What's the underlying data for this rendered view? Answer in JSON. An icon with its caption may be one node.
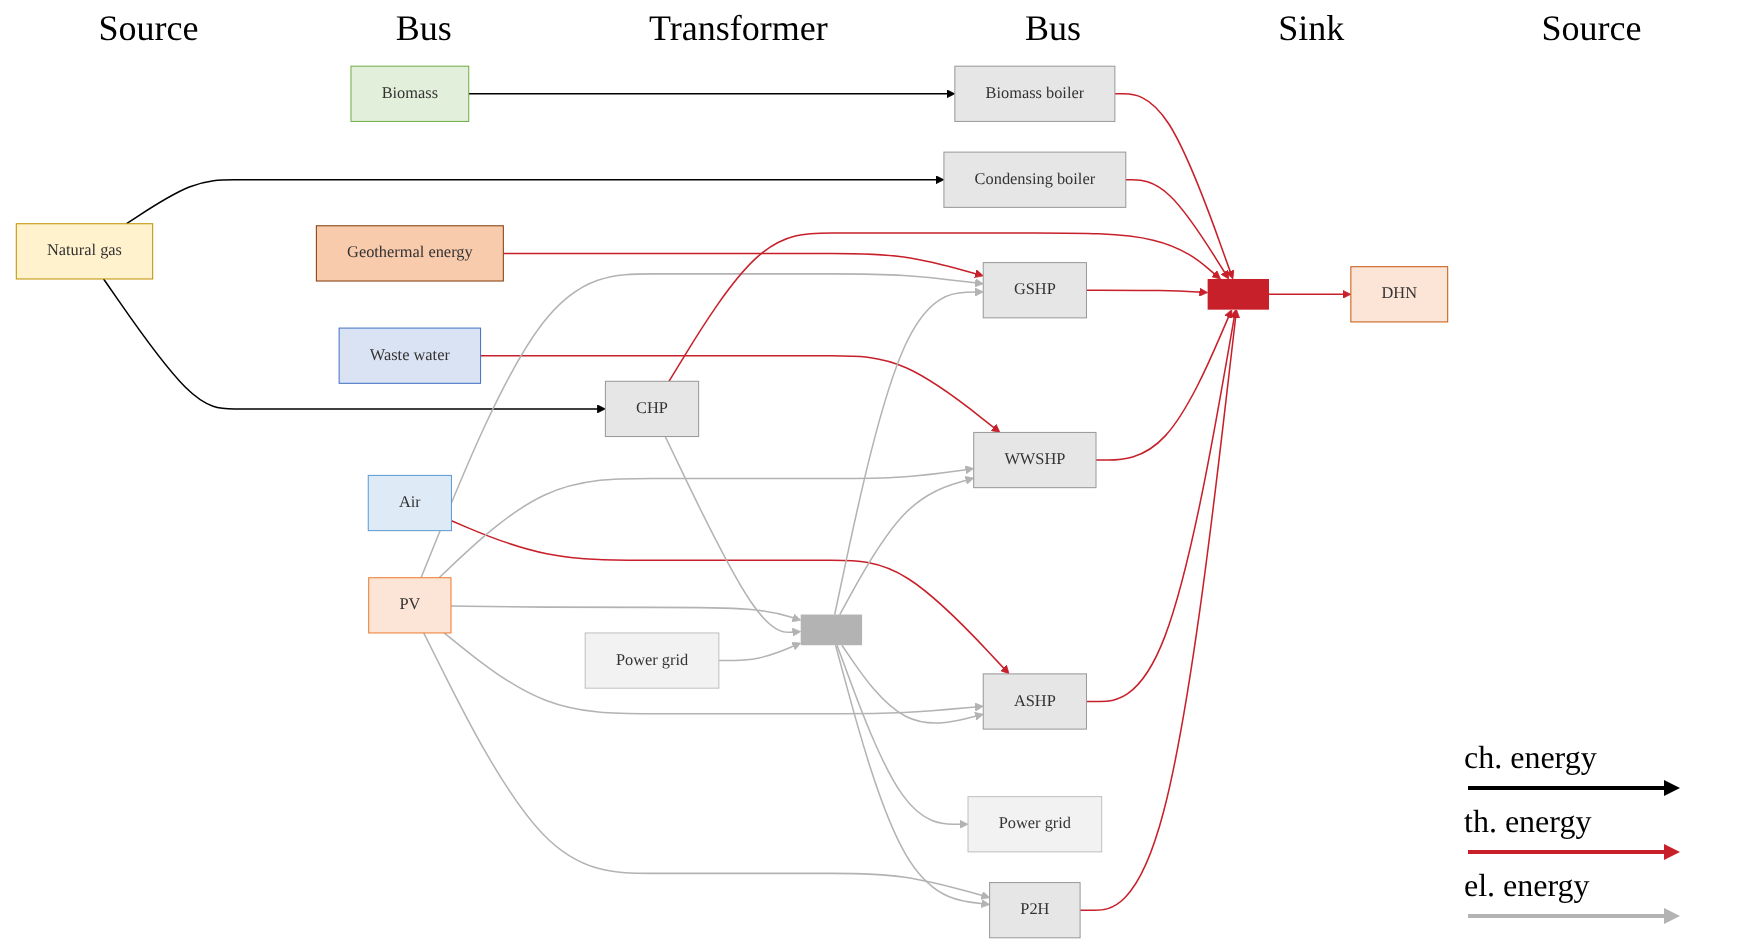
{
  "diagram": {
    "nodes": [
      {
        "text": [
          "Biomass"
        ]
      },
      {
        "text": [
          "Natural gas"
        ]
      },
      {
        "text": [
          "Geothermal energy"
        ]
      },
      {
        "text": [
          "Waste water"
        ]
      },
      {
        "text": [
          "Air"
        ]
      },
      {
        "text": [
          "PV"
        ]
      },
      {
        "text": [
          "Biomass boiler"
        ]
      },
      {
        "text": [
          "Condensing boiler"
        ]
      },
      {
        "text": [
          "CHP"
        ]
      },
      {
        "text": [
          "GSHP"
        ]
      },
      {
        "text": [
          "WWSHP"
        ]
      },
      {
        "text": [
          "ASHP"
        ]
      },
      {
        "text": [
          "P2H"
        ]
      },
      {
        "text": [],
        "shape": "bar"
      },
      {
        "text": [],
        "shape": "bar"
      },
      {
        "text": [
          "DHN"
        ]
      },
      {
        "text": [
          "Power grid"
        ]
      },
      {
        "text": [
          "Power grid"
        ]
      }
    ],
    "edges": [
      {
        "from": 0,
        "to": 6,
        "arrow": "to",
        "color": "#000000"
      },
      {
        "from": 1,
        "to": 7,
        "arrow": "to",
        "color": "#000000"
      },
      {
        "from": 1,
        "to": 8,
        "arrow": "to",
        "color": "#000000"
      },
      {
        "from": 2,
        "to": 9,
        "arrow": "to",
        "color": "#c8202a"
      },
      {
        "from": 3,
        "to": 10,
        "arrow": "to",
        "color": "#c8202a"
      },
      {
        "from": 4,
        "to": 11,
        "arrow": "to",
        "color": "#c8202a"
      },
      {
        "from": 5,
        "to": 9,
        "arrow": "to"
      },
      {
        "from": 5,
        "to": 10,
        "arrow": "to"
      },
      {
        "from": 5,
        "to": 11,
        "arrow": "to"
      },
      {
        "from": 5,
        "to": 12,
        "arrow": "to"
      },
      {
        "from": 5,
        "to": 14,
        "arrow": "to"
      },
      {
        "from": 6,
        "to": 13,
        "arrow": "to",
        "color": "#c8202a"
      },
      {
        "from": 7,
        "to": 13,
        "arrow": "to",
        "color": "#c8202a"
      },
      {
        "from": 8,
        "to": 13,
        "arrow": "to",
        "color": "#c8202a"
      },
      {
        "from": 8,
        "to": 14,
        "arrow": "to"
      },
      {
        "from": 14,
        "to": 9,
        "arrow": "to"
      },
      {
        "from": 9,
        "to": 13,
        "arrow": "to",
        "color": "#c8202a"
      },
      {
        "from": 14,
        "to": 10,
        "arrow": "to"
      },
      {
        "from": 10,
        "to": 13,
        "arrow": "to",
        "color": "#c8202a"
      },
      {
        "from": 14,
        "to": 11,
        "arrow": "to"
      },
      {
        "from": 11,
        "to": 13,
        "arrow": "to",
        "color": "#c8202a"
      },
      {
        "from": 14,
        "to": 12,
        "arrow": "to"
      },
      {
        "from": 12,
        "to": 13,
        "arrow": "to",
        "color": "#c8202a"
      },
      {
        "from": 13,
        "to": 15,
        "arrow": "to",
        "color": "#c8202a"
      },
      {
        "from": 14,
        "to": 16,
        "arrow": "to"
      },
      {
        "from": 17,
        "to": 14,
        "arrow": "to"
      }
    ],
    "labels": [
      "Source",
      "Bus",
      "Transformer",
      "Bus",
      "Sink",
      "Source"
    ],
    "legend": [
      {
        "text": "ch. energy"
      },
      {
        "text": "th. energy"
      },
      {
        "text": "el. energy"
      }
    ]
  }
}
